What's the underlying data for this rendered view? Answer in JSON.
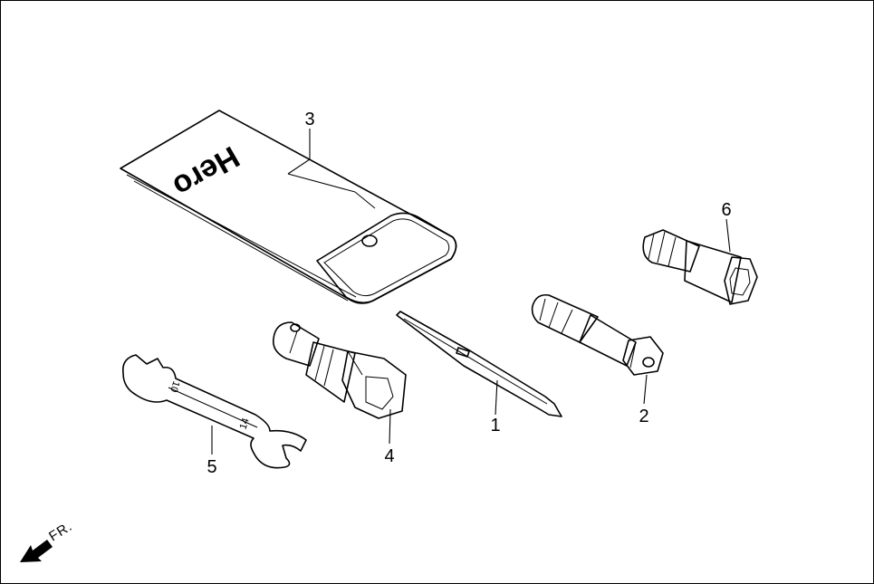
{
  "parts": [
    {
      "number": "1",
      "name": "screwdriver"
    },
    {
      "number": "2",
      "name": "screwdriver-grip"
    },
    {
      "number": "3",
      "name": "tool-bag"
    },
    {
      "number": "4",
      "name": "plug-wrench"
    },
    {
      "number": "5",
      "name": "open-end-wrench"
    },
    {
      "number": "6",
      "name": "box-spanner"
    }
  ],
  "brand_logo_text": "Hero",
  "wrench_size_marks": [
    "10",
    "14"
  ],
  "direction_label": "FR.",
  "icons": {
    "direction": "arrow-down-left-icon"
  }
}
